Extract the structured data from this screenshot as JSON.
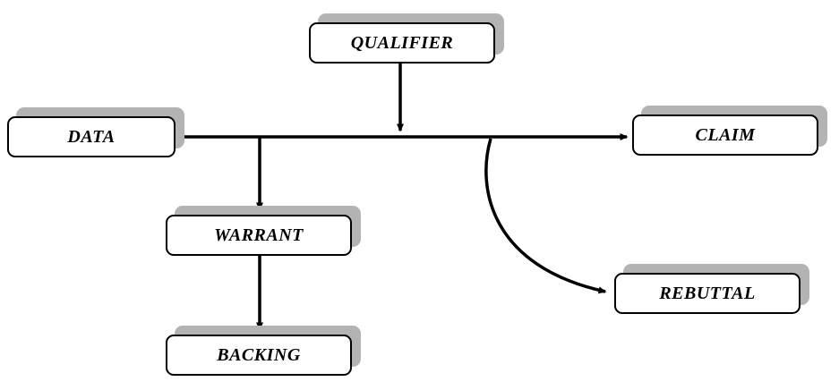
{
  "diagram": {
    "type": "toulmin-argument-model",
    "nodes": {
      "qualifier": {
        "label": "QUALIFIER"
      },
      "data": {
        "label": "DATA"
      },
      "claim": {
        "label": "CLAIM"
      },
      "warrant": {
        "label": "WARRANT"
      },
      "backing": {
        "label": "BACKING"
      },
      "rebuttal": {
        "label": "REBUTTAL"
      }
    },
    "edges": [
      {
        "from": "data",
        "to": "claim",
        "style": "straight-horizontal-arrow"
      },
      {
        "from": "qualifier",
        "to": "data-claim-line",
        "style": "straight-vertical-arrow"
      },
      {
        "from": "data-claim-line",
        "to": "warrant",
        "style": "straight-vertical-arrow"
      },
      {
        "from": "warrant",
        "to": "backing",
        "style": "straight-vertical-arrow"
      },
      {
        "from": "data-claim-line",
        "to": "rebuttal",
        "style": "curved-arrow"
      }
    ],
    "colors": {
      "box_fill": "#ffffff",
      "box_border": "#000000",
      "box_shadow": "#b3b3b3",
      "arrow": "#000000",
      "background": "#ffffff"
    }
  }
}
